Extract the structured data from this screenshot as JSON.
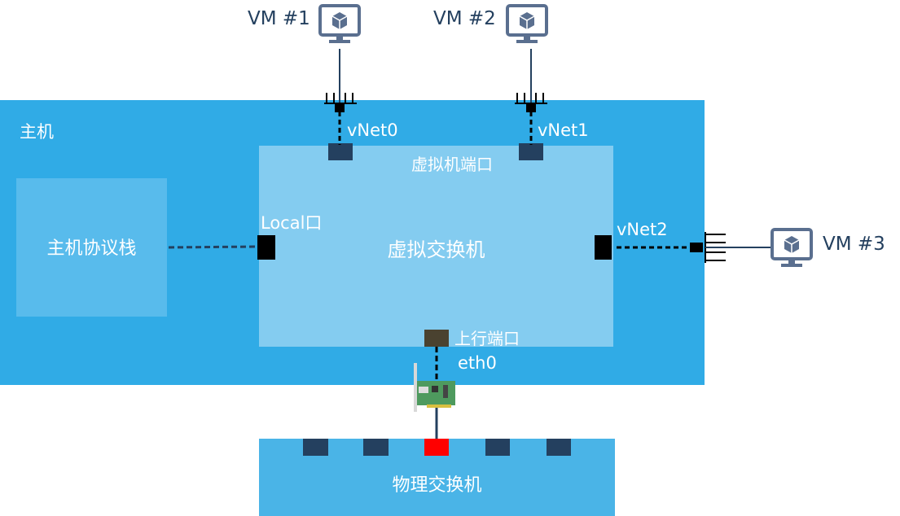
{
  "host": {
    "label": "主机"
  },
  "host_stack": {
    "label": "主机协议栈"
  },
  "virtual_switch": {
    "label": "虚拟交换机",
    "vm_ports_label": "虚拟机端口",
    "local_port_label": "Local口",
    "uplink_label": "上行端口"
  },
  "physical_switch": {
    "label": "物理交换机"
  },
  "vms": [
    {
      "label": "VM #1",
      "vnet": "vNet0"
    },
    {
      "label": "VM #2",
      "vnet": "vNet1"
    },
    {
      "label": "VM #3",
      "vnet": "vNet2"
    }
  ],
  "nic": {
    "label": "eth0"
  },
  "colors": {
    "host": "#30abe6",
    "vswitch": "#84ccf0",
    "stack": "#58bbec",
    "pswitch": "#4ab4e7",
    "port": "#24405f",
    "active_port": "#ff0000",
    "uplink_port": "#4a4230"
  }
}
